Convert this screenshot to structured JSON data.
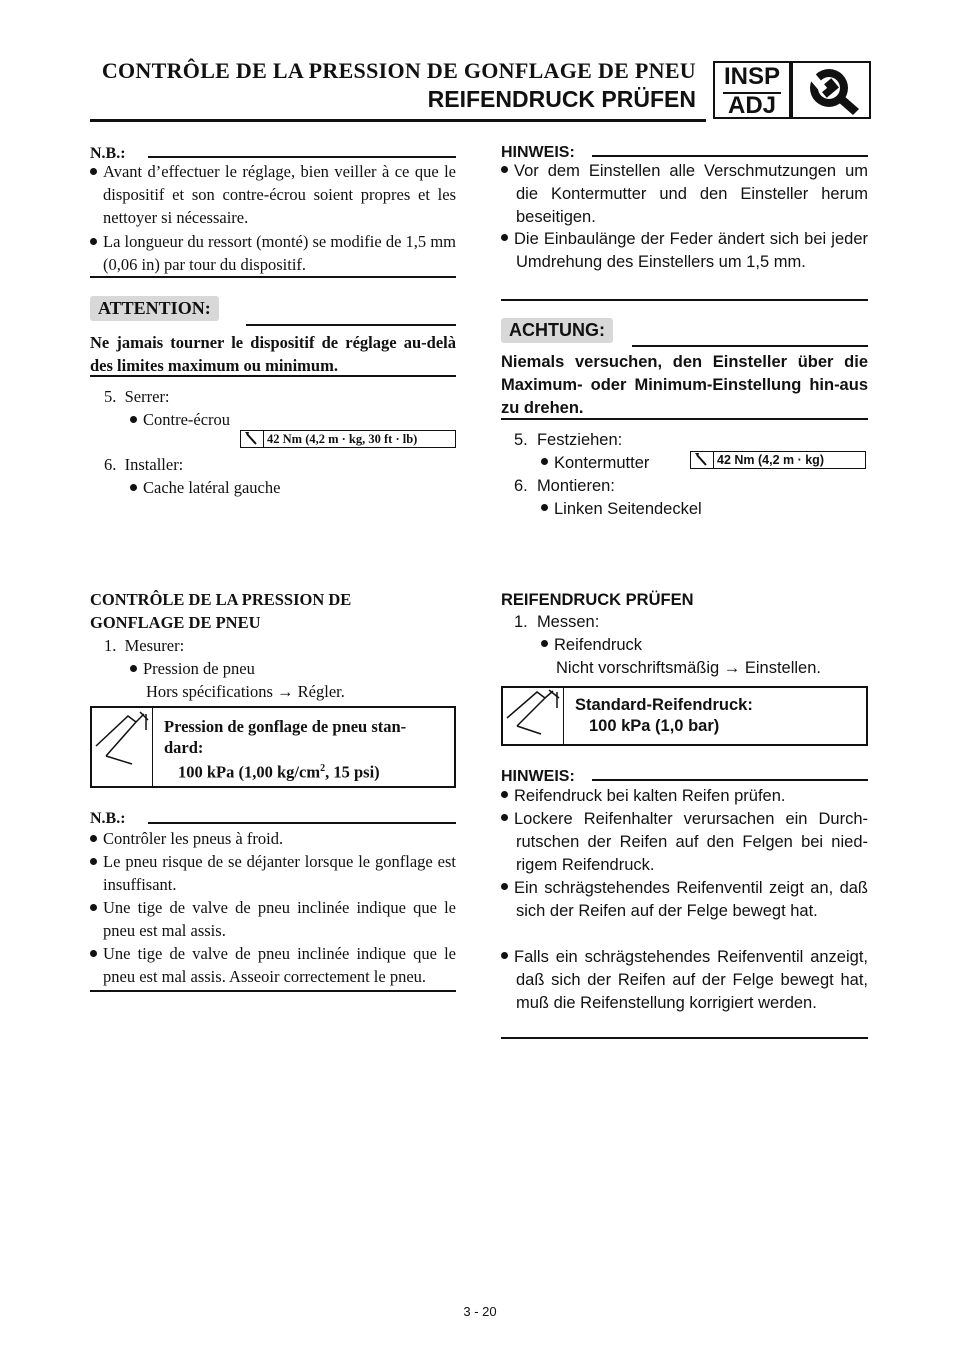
{
  "header": {
    "title_fr": "CONTRÔLE DE LA PRESSION DE GONFLAGE DE PNEU",
    "title_de": "REIFENDRUCK PRÜFEN",
    "badge_top": "INSP",
    "badge_bottom": "ADJ",
    "badge_icon": "wrench-tools-icon"
  },
  "fr": {
    "nb1": {
      "label": "N.B.:",
      "items": [
        "Avant d’effectuer le réglage, bien veiller à ce que le dispositif et son contre-écrou soient propres et les nettoyer si nécessaire.",
        "La longueur du ressort (monté) se modifie de 1,5 mm (0,06 in) par tour du dispositif."
      ]
    },
    "attention": {
      "label": "ATTENTION:",
      "text": "Ne jamais tourner le dispositif de réglage au-delà des limites maximum ou minimum."
    },
    "step5": {
      "num": "5.",
      "text": "Serrer:",
      "item": "Contre-écrou",
      "torque": "42 Nm (4,2 m · kg, 30 ft · lb)"
    },
    "step6": {
      "num": "6.",
      "text": "Installer:",
      "item": "Cache latéral gauche"
    },
    "section_title_line1": "CONTRÔLE DE LA PRESSION DE",
    "section_title_line2": "GONFLAGE DE PNEU",
    "step1": {
      "num": "1.",
      "text": "Mesurer:",
      "item": "Pression de pneu",
      "sub": "Hors spécifications → Régler."
    },
    "spec": {
      "line1": "Pression de gonflage de pneu stan-",
      "line2": "dard:",
      "value": "100 kPa (1,00 kg/cm",
      "sup": "2",
      "value_end": ", 15 psi)"
    },
    "nb2": {
      "label": "N.B.:",
      "items": [
        "Contrôler les pneus à froid.",
        "Le pneu risque de se déjanter lorsque le gonflage est insuffisant.",
        "Une tige de valve de pneu inclinée indique que le pneu est mal assis.",
        "Une tige de valve de pneu inclinée indique que le pneu est mal assis. Asseoir correctement le pneu."
      ]
    }
  },
  "de": {
    "hinweis1": {
      "label": "HINWEIS:",
      "items": [
        "Vor dem Einstellen alle Verschmutzungen um die Kontermutter und den Einsteller herum beseitigen.",
        "Die Einbaulänge der Feder ändert sich bei jeder Umdrehung des Einstellers um 1,5 mm."
      ]
    },
    "achtung": {
      "label": "ACHTUNG:",
      "text": "Niemals versuchen, den Einsteller über die Maximum- oder Minimum-Einstellung hin-aus zu drehen."
    },
    "step5": {
      "num": "5.",
      "text": "Festziehen:",
      "item": "Kontermutter",
      "torque": "42 Nm (4,2 m · kg)"
    },
    "step6": {
      "num": "6.",
      "text": "Montieren:",
      "item": "Linken Seitendeckel"
    },
    "section_title": "REIFENDRUCK PRÜFEN",
    "step1": {
      "num": "1.",
      "text": "Messen:",
      "item": "Reifendruck",
      "sub": "Nicht vorschriftsmäßig → Einstellen."
    },
    "spec": {
      "line1": "Standard-Reifendruck:",
      "value": "100 kPa (1,0 bar)"
    },
    "hinweis2": {
      "label": "HINWEIS:",
      "items": [
        "Reifendruck bei kalten Reifen prüfen.",
        "Lockere Reifenhalter verursachen ein Durch-rutschen der Reifen auf den Felgen bei nied-rigem Reifendruck.",
        "Ein schrägstehendes Reifenventil zeigt an, daß sich der Reifen auf der Felge bewegt hat.",
        "Falls ein schrägstehendes Reifenventil anzeigt, daß sich der Reifen auf der Felge bewegt hat, muß die Reifenstellung korrigiert werden."
      ]
    }
  },
  "footer": {
    "page": "3 - 20"
  }
}
